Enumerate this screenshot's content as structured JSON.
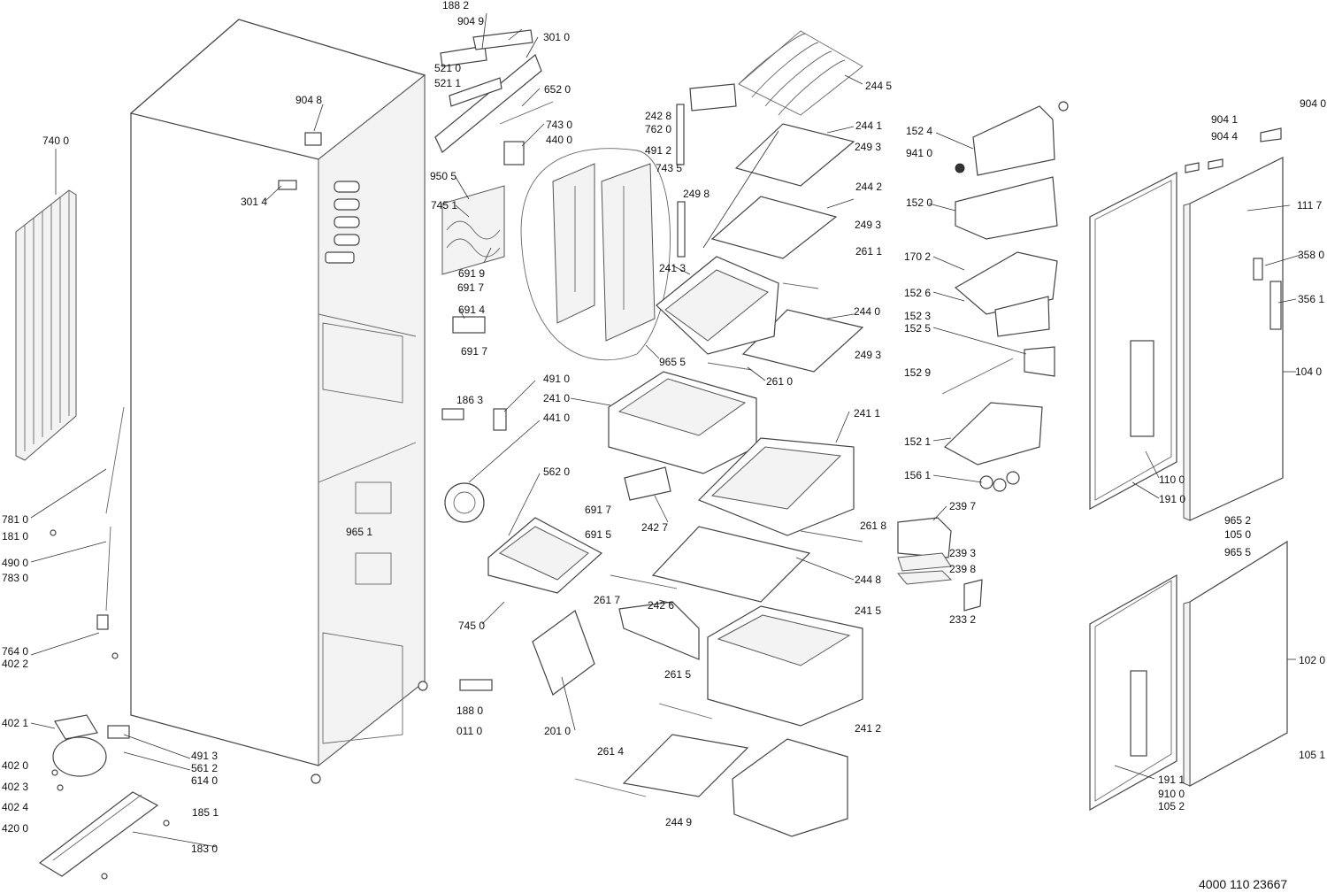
{
  "document_number": "4000 110 23667",
  "labels": [
    "188 2",
    "904 9",
    "301 0",
    "521 0",
    "521 1",
    "652 0",
    "904 8",
    "743 0",
    "440 0",
    "301 4",
    "740 0",
    "950 5",
    "745 1",
    "691 9",
    "691 7",
    "691 4",
    "691 7",
    "242 8",
    "762 0",
    "491 2",
    "743 5",
    "249 8",
    "241 3",
    "965 5",
    "261 0",
    "244 5",
    "244 1",
    "249 3",
    "244 2",
    "249 3",
    "261 1",
    "244 0",
    "249 3",
    "152 4",
    "941 0",
    "152 0",
    "170 2",
    "152 6",
    "152 3",
    "152 5",
    "152 9",
    "152 1",
    "156 1",
    "239 7",
    "239 3",
    "239 8",
    "233 2",
    "904 0",
    "904 1",
    "904 4",
    "111 7",
    "358 0",
    "356 1",
    "104 0",
    "110 0",
    "191 0",
    "965 2",
    "105 0",
    "965 5",
    "102 0",
    "105 1",
    "191 1",
    "910 0",
    "105 2",
    "186 3",
    "491 0",
    "241 0",
    "441 0",
    "562 0",
    "691 7",
    "691 5",
    "965 1",
    "242 7",
    "241 1",
    "261 8",
    "244 8",
    "261 7",
    "242 6",
    "241 5",
    "745 0",
    "261 5",
    "188 0",
    "011 0",
    "201 0",
    "261 4",
    "244 9",
    "241 2",
    "781 0",
    "181 0",
    "490 0",
    "783 0",
    "764 0",
    "402 2",
    "402 1",
    "402 0",
    "402 3",
    "402 4",
    "420 0",
    "491 3",
    "561 2",
    "614 0",
    "185 1",
    "183 0"
  ]
}
